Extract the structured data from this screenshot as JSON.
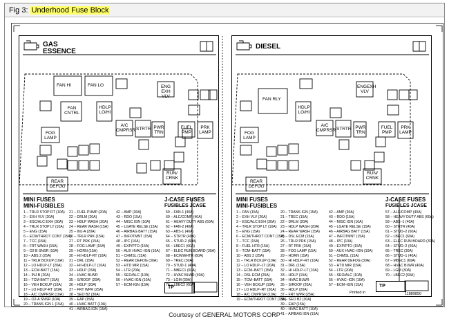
{
  "caption": {
    "fig": "Fig 3:",
    "title": "Underhood Fuse Block"
  },
  "courtesy": "Courtesy of GENERAL MOTORS CORP",
  "gas": {
    "title1": "GAS",
    "title2": "ESSENCE",
    "boxes": {
      "fan_hi": "FAN HI",
      "fan_lo": "FAN LO",
      "fan_cntrl": "FAN CNTRL",
      "hdlp_lohi": "HDLP LO/HI",
      "eng_exh": "ENG EXH VLV",
      "ac_cmprsr": "A/C CMPRSR",
      "strtr": "STRTR",
      "pwr_trn": "PWR TRN",
      "fuel_pmp": "FUEL PMP",
      "prk_lamp": "PRK LAMP",
      "fog_lamp": "FOG LAMP",
      "rear_defog": "REAR DEFOG",
      "run_crnk": "RUN/ CRNK"
    },
    "mini_fuses": "MINI FUSES",
    "mini_fusibles": "MINI-FUSIBLES",
    "jcase": "J-CASE FUSES",
    "jcase2": "FUSIBLES JCASE",
    "col1": [
      "1 – TRLR STOP RT (10A)",
      "2 – EXH VLV (20A)",
      "3 – ESC/ALC EXH (30A)",
      "4 – TRLR STOP LT (10A)",
      "5 – ENG (15A)",
      "6 – ECM/THROT CONT (15A)",
      "7 – TCC (15A)",
      "8 – FRT WASH (15A)",
      "9 – O2 B SNSR (10A)",
      "10 – ABS 2 (25A)",
      "11 – TRLR BCKUP (10A)",
      "12 – LO HDLP-LT (20A)",
      "13 – ECM-BATT (15A)",
      "14 – INJ B (20A)",
      "15 – TCM-BATT (15A)",
      "16 – VEH BCKUP (10A)",
      "17 – LO HDLP-RT (20A)",
      "18 – A/C CMPRSR (10A)",
      "19 – O2-A SNSR (10A)",
      "20 – TRANS IGN 1 (15A)"
    ],
    "col2": [
      "21 – FUEL PUMP (20A)",
      "22 – DRLM (20A)",
      "23 – HDLP WASH (20A)",
      "24 – REAR WASH (15A)",
      "25 – INJ-A (20A)",
      "26 – TRLR PRK (15A)",
      "27 – RT PRK (15A)",
      "28 – FOG LAMP (15A)",
      "29 – HORN (15A)",
      "30 – HI HDLP-RT (10A)",
      "31 – DRL (15A)",
      "32 – HI HDLP-LT (10A)",
      "33 – HDLP (15A)",
      "34 – HVAC BLWR",
      "35 – S/ROOF (20A)",
      "36 – HDLP (20A)",
      "37 – FRT WPR (25A)",
      "38 – SEO B2 (30A)",
      "39 – EAP (15A)",
      "40 – HVAC BATT (10A)",
      "41 – AIRBAG IGN (15A)"
    ],
    "col3": [
      "42 – AMP (30A)",
      "43 – RDO (15A)",
      "44 – MISC IGN (10A)",
      "45 – LGATE RELSE (15A)",
      "46 – AIRBAG BATT (15A)",
      "47 – INFOTMNT (15A)",
      "48 – IPC (10A)",
      "49 – EXP/PTO (15A)",
      "50 – AUX HVAC–IGN (10A)",
      "51 – CHMSL (15A)",
      "52 – REAR DEFOG (30A)",
      "53 – HTD MIR (15A)",
      "54 – LTR (20A)",
      "55 – SEO/ALC (10A)",
      "56 – HVAC-IGN (10A)",
      "57 – ECM-IGN (15A)"
    ],
    "col4": [
      "59 – FAN-1 (40A)",
      "60 – ALC/COMP (40A)",
      "61 – HEAVY DUTY ABS (60A)",
      "62 – FAN-2 (40A)",
      "63 – ABS-1 (40A)",
      "64 – STRTR (40A)",
      "65 – STUD-2 (60A)",
      "66 – LBEC1 (60A)",
      "67 – ELEC RUN BOARD (30A)",
      "68 – EC/MWHTR (60A)",
      "69 – TREC (30A)",
      "70 – STUD-1 (40A)",
      "71 – MBEC1 (60A)",
      "72 – HVAC BLWR (40A)",
      "73 – LGM (30A)",
      "74 – LBEC2 (60A)"
    ],
    "tp": "TP"
  },
  "diesel": {
    "title": "DIESEL",
    "boxes": {
      "fan_rly": "FAN RLY",
      "hdlp_lohi": "HDLP LO/HI",
      "eng_exh": "ENGEXH VLV",
      "ac_cmprsr": "A/C CMPRSR",
      "strtr": "STRTR",
      "pwr_trn": "PWR TRN",
      "fuel_pmp": "FUEL PMP",
      "prk_lamp": "PRK LAMP",
      "fog_lamp": "FOG LAMP",
      "rear_defog": "REAR DEFOG",
      "run_crnk": "RUN/ CRNK"
    },
    "mini_fuses": "MINI FUSES",
    "mini_fusibles": "MINI-FUSIBLES",
    "jcase": "J-CASE FUSES",
    "jcase2": "FUSIBLES JCASE",
    "col1": [
      "1 – FAN (15A)",
      "2 – EXH VLV (20A)",
      "3 – ESC/ALC EXH (30A)",
      "4 – TRLR STOP LT (10A)",
      "5 – ENG (15A)",
      "6 – ECM/THROT CONT (15A)",
      "7 – TCC (15A)",
      "8 – FUEL HTR (15A)",
      "9 – TCM–BATT (15A)",
      "10 – ABS 2 (25A)",
      "11 – TRLR BCKUP (10A)",
      "12 – LO HDLP–LT (20A)",
      "13 – ECM–BATT (15A)",
      "14 – DSL ECM (25A)",
      "15 – TCM–BATT (15A)",
      "16 – VEH BCKUP (10A)",
      "17 – LO HDLP–RT (20A)",
      "18 – A/C CMPRSR (10A)",
      "19 – ECM/THROT CONT (15A)"
    ],
    "col2": [
      "20 – TRANS IGN (15A)",
      "21 – TREC (15A)",
      "22 – DRLM (20A)",
      "23 – HDLP WASH (20A)",
      "24 – REAR WASH (15A)",
      "25 – DSL ECM (15A)",
      "26 – TRLR PRK (15A)",
      "27 – RT PRK (15A)",
      "28 – FOG LAMP (15A)",
      "29 – HORN (15A)",
      "30 – HI HDLP–RT (10A)",
      "31 – DRL (15A)",
      "32 – HI HDLP–LT (10A)",
      "33 – HDLP (15A)",
      "34 – HVAC BLWR",
      "35 – S/ROOF (20A)",
      "36 – HDLP (20A)",
      "37 – FRT WPR (25A)",
      "38 – SEO B2 (30A)",
      "39 – EAP (15A)",
      "40 – HVAC BATT (10A)",
      "41 – AIRBAG IGN (15A)"
    ],
    "col3": [
      "42 – AMP (30A)",
      "43 – RDO (15A)",
      "44 – MISC IGN (10A)",
      "45 – LGATE RELSE (15A)",
      "46 – AIRBAG BATT (15A)",
      "47 – INFOTMNT (15A)",
      "48 – IPC (10A)",
      "49 – EXP/PTO (15A)",
      "50 – AUX HVAC–IGN (10A)",
      "51 – CHMSL (15A)",
      "52 – REAR DEFOG (30A)",
      "53 – HTD MIR (15A)",
      "54 – LTR (20A)",
      "55 – SEO/ALC (10A)",
      "56 – HVAC–IGN (10A)",
      "57 – ECM–IGN (15A)"
    ],
    "col4": [
      "57 – ALC/COMP (40A)",
      "58 – HEAVY DUTY ABS (60A)",
      "59 – ABS–1 (40A)",
      "60 – STRTR (40A)",
      "61 – STUD–2 (60A)",
      "62 – LBEC1 (60A)",
      "63 – ELEC RUN BOARD (30A)",
      "64 – STUD–2 (60A)",
      "65 – TREC (30A)",
      "66 – STUD–1 (40A)",
      "67 – MBEC1 (60A)",
      "68 – HVAC BLWR (40A)",
      "69 – LGM (30A)",
      "70 – LBEC2 (60A)"
    ],
    "tp": "TP",
    "printed": "Printed in",
    "docno": "11889850"
  }
}
